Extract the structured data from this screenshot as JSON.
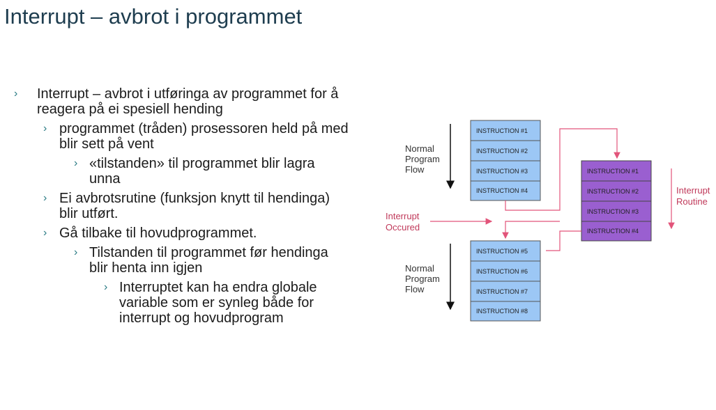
{
  "title": "Interrupt – avbrot i programmet",
  "bullets": [
    {
      "level": 1,
      "text": "Interrupt – avbrot i utføringa av programmet for å reagera på ei spesiell hending"
    },
    {
      "level": 2,
      "text": "programmet (tråden) prosessoren held på med blir sett på vent"
    },
    {
      "level": 3,
      "text": "«tilstanden» til programmet blir lagra unna"
    },
    {
      "level": 2,
      "text": "Ei avbrotsrutine (funksjon knytt til hendinga) blir utført."
    },
    {
      "level": 2,
      "text": "Gå tilbake til hovudprogrammet."
    },
    {
      "level": 3,
      "text": "Tilstanden til programmet før hendinga blir henta inn igjen"
    },
    {
      "level": 4,
      "text": "Interruptet kan ha endra globale variable som er synleg både for interrupt og hovudprogram"
    }
  ],
  "bullet_marker": "›",
  "diagram": {
    "normal_flow_label": [
      "Normal",
      "Program",
      "Flow"
    ],
    "interrupt_label": [
      "Interrupt",
      "Occured"
    ],
    "routine_label": [
      "Interrupt",
      "Routine"
    ],
    "main_top": [
      "INSTRUCTION #1",
      "INSTRUCTION #2",
      "INSTRUCTION #3",
      "INSTRUCTION #4"
    ],
    "main_bottom": [
      "INSTRUCTION #5",
      "INSTRUCTION #6",
      "INSTRUCTION #7",
      "INSTRUCTION #8"
    ],
    "routine": [
      "INSTRUCTION #1",
      "INSTRUCTION #2",
      "INSTRUCTION #3",
      "INSTRUCTION #4"
    ],
    "colors": {
      "main_box": "#9cc7f5",
      "routine_box": "#9a5fd0",
      "arrow": "#e2547a",
      "flow_arrow": "#111111",
      "title": "#1e3d4f",
      "bullet_arrow": "#2a7b84"
    }
  }
}
